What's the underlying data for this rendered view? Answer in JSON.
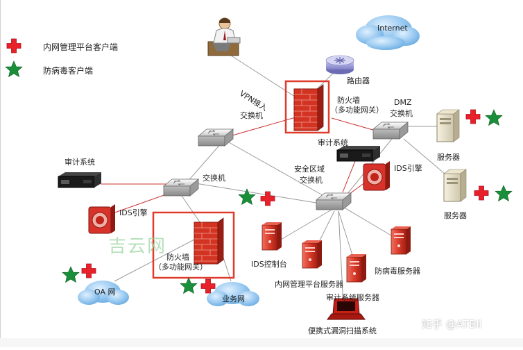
{
  "legend": {
    "items": [
      {
        "icon": "red-cross-icon",
        "label": "内网管理平台客户端",
        "color": "#e8202a"
      },
      {
        "icon": "green-star-icon",
        "label": "防病毒客户端",
        "color": "#1a8f3a"
      }
    ]
  },
  "labels": {
    "internet": "Internet",
    "router": "路由器",
    "vpn": "VPN接入",
    "fw_top_1": "防火墙",
    "fw_top_2": "（多功能网关）",
    "switch_top": "交换机",
    "dmz_1": "DMZ",
    "dmz_2": "交换机",
    "server_1": "服务器",
    "server_2": "服务器",
    "audit_left": "审计系统",
    "switch_left": "交换机",
    "ids_left": "IDS引擎",
    "fw_bottom_1": "防火墙",
    "fw_bottom_2": "（多功能网关）",
    "oa": "OA 网",
    "biz": "业务网",
    "audit_mid": "审计系统",
    "secure_1": "安全区域",
    "secure_2": "交换机",
    "ids_right": "IDS引擎",
    "ids_console": "IDS控制台",
    "intranet_server": "内网管理平台服务器",
    "audit_server": "审计系统服务器",
    "av_server": "防病毒服务器",
    "scanner": "便携式漏洞扫描系统"
  },
  "watermarks": {
    "left": "吉云网",
    "right": "知乎 @ATBli"
  },
  "colors": {
    "highlight": "#e03a2a",
    "red_link": "#cc3333",
    "gray_link": "#999999",
    "cloud": "#7fb6e6",
    "cross": "#e8202a",
    "star": "#1a8f3a"
  }
}
